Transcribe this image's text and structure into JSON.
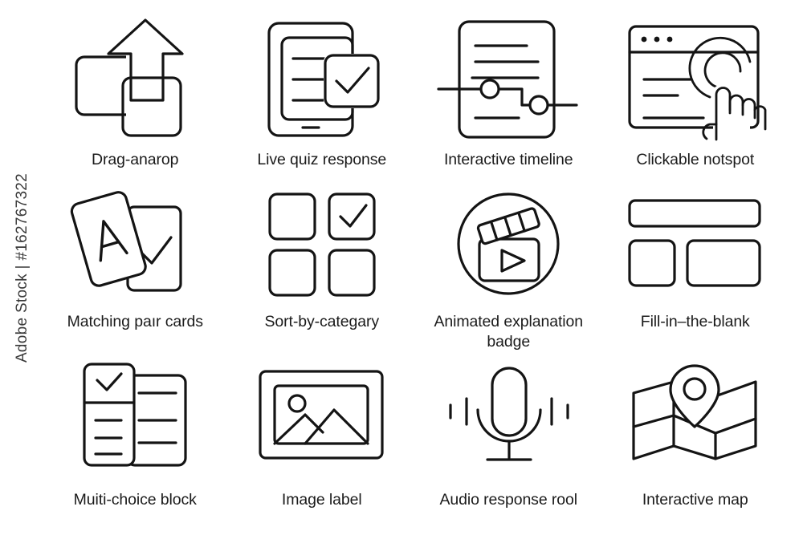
{
  "watermark": {
    "text": "Adobe Stock | #162767322"
  },
  "grid": {
    "columns": 4,
    "rows": 3,
    "background_color": "#ffffff",
    "stroke_color": "#141414",
    "label_color": "#1b1b1b"
  },
  "icons": [
    {
      "id": "drag-and-drop",
      "icon_name": "drag-and-drop-icon",
      "label": "Drag-anarop"
    },
    {
      "id": "live-quiz-response",
      "icon_name": "tablet-checkmark-icon",
      "label": "Live quiz response"
    },
    {
      "id": "interactive-timeline",
      "icon_name": "timeline-nodes-icon",
      "label": "Interactive timeline"
    },
    {
      "id": "clickable-hotspot",
      "icon_name": "browser-hand-tap-icon",
      "label": "Clickable notspot"
    },
    {
      "id": "matching-pair-cards",
      "icon_name": "cards-letter-a-check-icon",
      "label": "Matching paır cards"
    },
    {
      "id": "sort-by-category",
      "icon_name": "grid-four-squares-check-icon",
      "label": "Sort-by-categary"
    },
    {
      "id": "animated-explanation-badge",
      "icon_name": "clapperboard-play-circle-icon",
      "label": "Animated explanation badge"
    },
    {
      "id": "fill-in-the-blank",
      "icon_name": "layout-blocks-icon",
      "label": "Fill-in–the-blank"
    },
    {
      "id": "multi-choice-block",
      "icon_name": "checklist-panels-icon",
      "label": "Muiti-choice block"
    },
    {
      "id": "image-label",
      "icon_name": "picture-frame-icon",
      "label": "Image label"
    },
    {
      "id": "audio-response-tool",
      "icon_name": "microphone-waves-icon",
      "label": "Audio response rool"
    },
    {
      "id": "interactive-map",
      "icon_name": "folded-map-pin-icon",
      "label": "Interactive map"
    }
  ],
  "glyphs": {
    "letter_a": "A"
  }
}
